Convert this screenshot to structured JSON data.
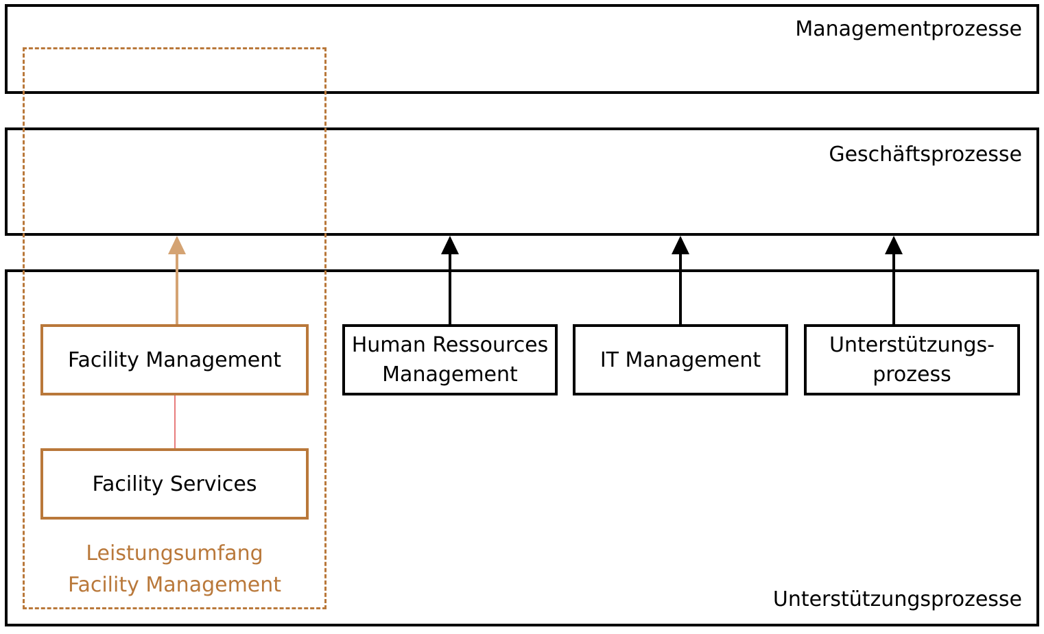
{
  "layers": {
    "management": "Managementprozesse",
    "business": "Geschäftsprozesse",
    "support": "Unterstützungsprozesse"
  },
  "boxes": {
    "facility_management": "Facility Management",
    "facility_services": "Facility Services",
    "human_resources": "Human Ressources\nManagement",
    "it_management": "IT Management",
    "support_process": "Unterstützungs-\nprozess"
  },
  "scope_label": "Leistungsumfang\nFacility Management",
  "colors": {
    "outline": "#000000",
    "facility_accent": "#b9783a",
    "facility_arrow": "#d4a373",
    "connector": "#e05050"
  }
}
